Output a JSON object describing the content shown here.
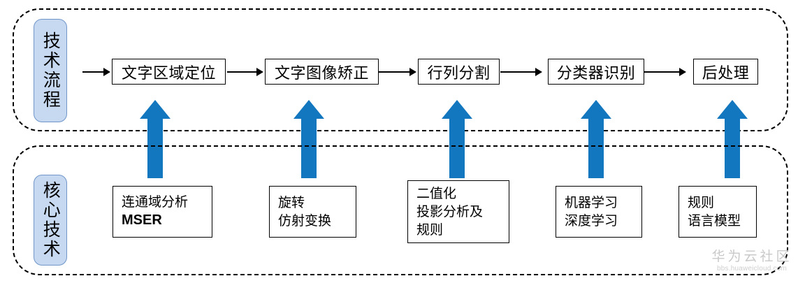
{
  "diagram": {
    "colors": {
      "arrow_blue": "#1277be",
      "pill_fill": "#c6d9f1",
      "pill_border": "#6f95c9",
      "box_border": "#000000",
      "zone_border": "#000000",
      "watermark": "#c9c9c9"
    },
    "zones": [
      {
        "id": "flow",
        "label": "技术流程"
      },
      {
        "id": "core",
        "label": "核心技术"
      }
    ],
    "flow": {
      "side_label": "技术流程",
      "steps": [
        {
          "label": "文字区域定位"
        },
        {
          "label": "文字图像矫正"
        },
        {
          "label": "行列分割"
        },
        {
          "label": "分类器识别"
        },
        {
          "label": "后处理"
        }
      ]
    },
    "core": {
      "side_label": "核心技术",
      "items": [
        {
          "lines": [
            {
              "text": "连通域分析",
              "bold": false
            },
            {
              "text": "MSER",
              "bold": true
            }
          ]
        },
        {
          "lines": [
            {
              "text": "旋转",
              "bold": false
            },
            {
              "text": "仿射变换",
              "bold": false
            }
          ]
        },
        {
          "lines": [
            {
              "text": "二值化",
              "bold": false
            },
            {
              "text": "投影分析及",
              "bold": false
            },
            {
              "text": "规则",
              "bold": false
            }
          ]
        },
        {
          "lines": [
            {
              "text": "机器学习",
              "bold": false
            },
            {
              "text": "深度学习",
              "bold": false
            }
          ]
        },
        {
          "lines": [
            {
              "text": "规则",
              "bold": false
            },
            {
              "text": "语言模型",
              "bold": false
            }
          ]
        }
      ]
    },
    "watermark": {
      "main": "华为云社区",
      "sub": "bbs.huaweicloud.com"
    }
  }
}
